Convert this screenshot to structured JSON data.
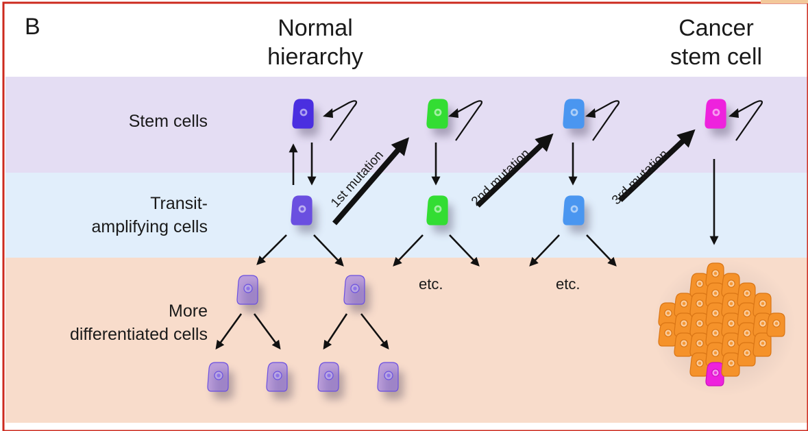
{
  "panel_label": "B",
  "headers": {
    "normal_line1": "Normal",
    "normal_line2": "hierarchy",
    "cancer_line1": "Cancer",
    "cancer_line2": "stem cell"
  },
  "rows": {
    "stem": "Stem cells",
    "transit_line1": "Transit-",
    "transit_line2": "amplifying cells",
    "diff_line1": "More",
    "diff_line2": "differentiated cells"
  },
  "mutations": {
    "first": "1st mutation",
    "second": "2nd mutation",
    "third": "3rd mutation"
  },
  "etc_label": "etc.",
  "colors": {
    "border": "#cc2a1e",
    "stem_band": "#e4ddf3",
    "transit_band": "#e1eefb",
    "diff_band": "#f8dccb",
    "normal_cell": "#6a4fe0",
    "stage1_cell": "#33dd33",
    "stage2_cell": "#4a96f0",
    "cancer_cell": "#ee22dd",
    "tumor_cell": "#f5922a"
  }
}
